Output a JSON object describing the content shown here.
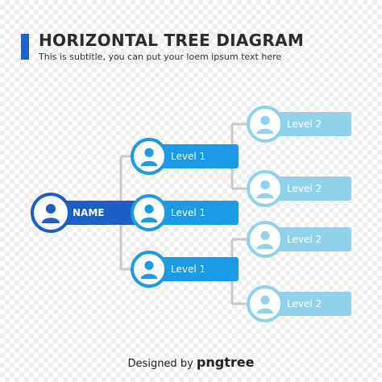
{
  "header": {
    "title": "HORIZONTAL TREE DIAGRAM",
    "subtitle": "This is subtitle, you can put your loem ipsum text here"
  },
  "tree": {
    "root": {
      "label": "NAME"
    },
    "level1": [
      {
        "label": "Level 1"
      },
      {
        "label": "Level 1"
      },
      {
        "label": "Level 1"
      }
    ],
    "level2": [
      {
        "label": "Level 2"
      },
      {
        "label": "Level 2"
      },
      {
        "label": "Level 2"
      },
      {
        "label": "Level 2"
      }
    ]
  },
  "icons": {
    "node": "person-icon"
  },
  "colors": {
    "accent": "#1d63c9",
    "root": "#1b5fc4",
    "level1": "#1d9ae6",
    "level2": "#8fd3ea",
    "connector": "#c8c8c8"
  },
  "footer": {
    "prefix": "Designed by",
    "brand": "pngtree"
  }
}
